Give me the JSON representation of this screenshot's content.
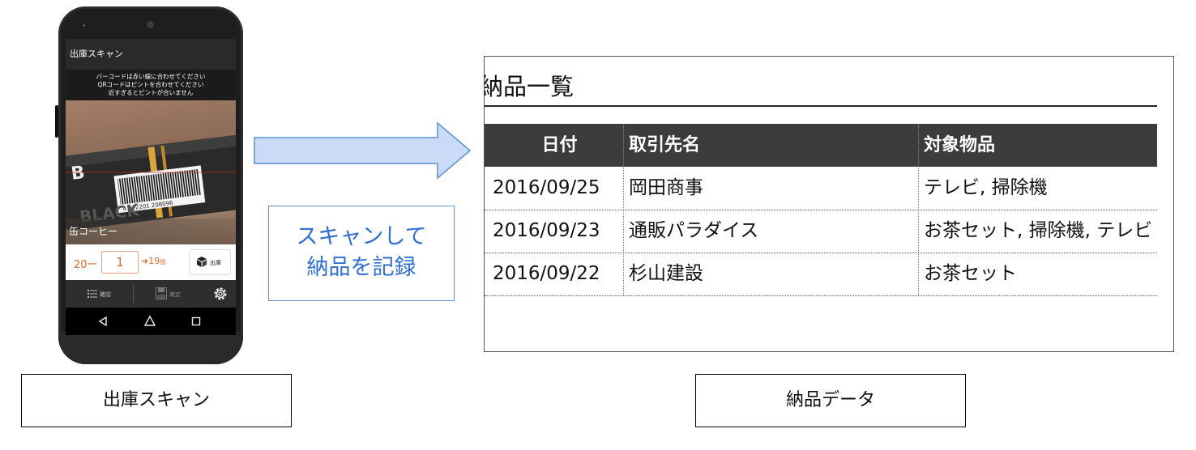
{
  "phone": {
    "title": "出庫スキャン",
    "hint_lines": [
      "バーコードは赤い線に合わせてください",
      "QRコードはピントを合わせてください",
      "近すぎるとピントが合いません"
    ],
    "barcode_number": "4 912201 208096",
    "product_name": "缶コーヒー",
    "qty_prefix": "20ー",
    "qty_value": "1",
    "qty_total": "➜19",
    "qty_total_unit": "個",
    "ship_button_label": "出庫",
    "confirm_label": "確認",
    "finalize_label": "確定"
  },
  "scan_note": {
    "line1": "スキャンして",
    "line2": "納品を記録"
  },
  "captions": {
    "left": "出庫スキャン",
    "right": "納品データ"
  },
  "delivery_list": {
    "title": "納品一覧",
    "columns": [
      "日付",
      "取引先名",
      "対象物品"
    ],
    "rows": [
      {
        "date": "2016/09/25",
        "client": "岡田商事",
        "items": "テレビ, 掃除機"
      },
      {
        "date": "2016/09/23",
        "client": "通販パラダイス",
        "items": "お茶セット, 掃除機, テレビ"
      },
      {
        "date": "2016/09/22",
        "client": "杉山建設",
        "items": "お茶セット"
      }
    ]
  },
  "colors": {
    "accent_orange": "#e06b2a",
    "note_blue": "#2f6fd2",
    "arrow_fill": "#c9dbf6",
    "arrow_stroke": "#5b8fd6",
    "table_header": "#3c3c3c"
  }
}
